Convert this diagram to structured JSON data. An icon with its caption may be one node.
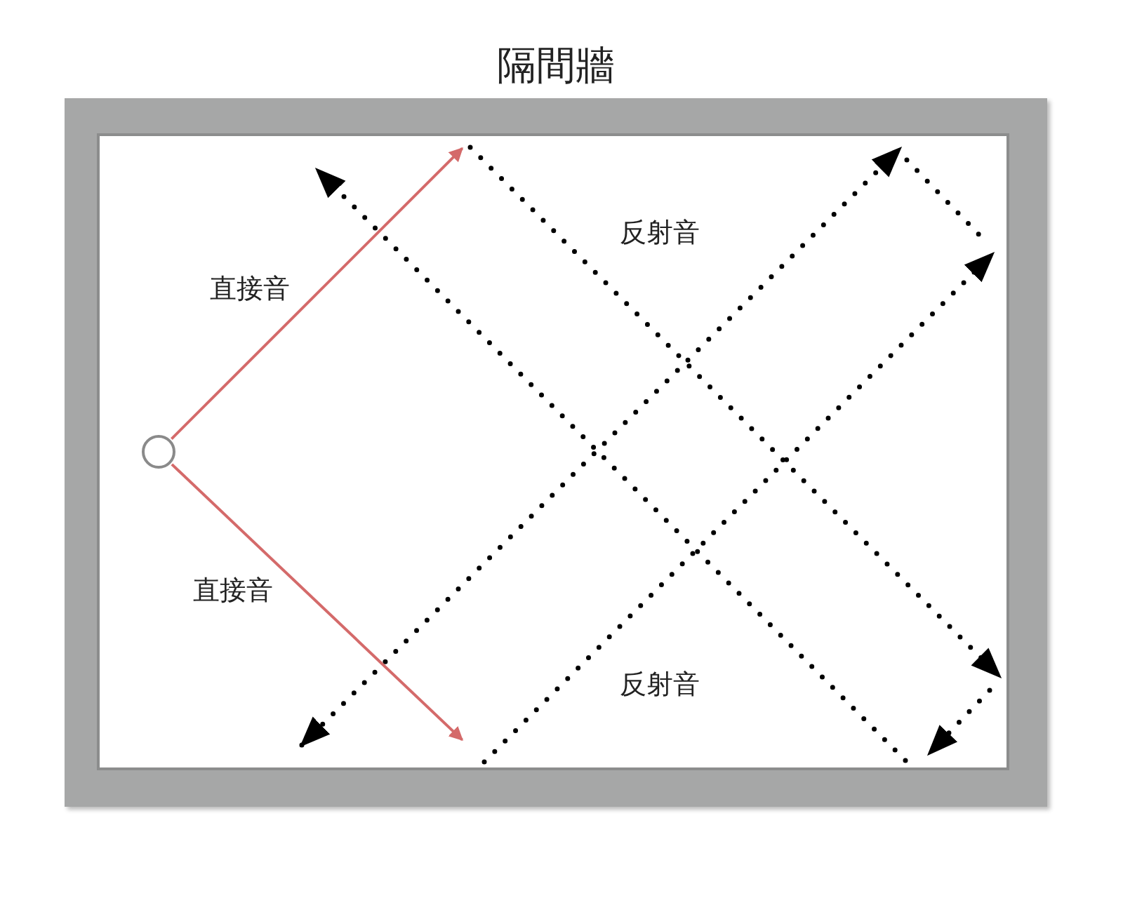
{
  "diagram": {
    "nodes": [
      {
        "text": [
          "隔間牆"
        ]
      },
      {
        "text": [],
        "shape": "circle",
        "in": 0
      }
    ],
    "edges": [
      {
        "from": 1,
        "to": null,
        "arrow": "to"
      },
      {
        "from": 1,
        "to": null,
        "arrow": "to"
      }
    ],
    "labels": [
      "反射音",
      "直接音",
      "直接音",
      "反射音"
    ]
  }
}
